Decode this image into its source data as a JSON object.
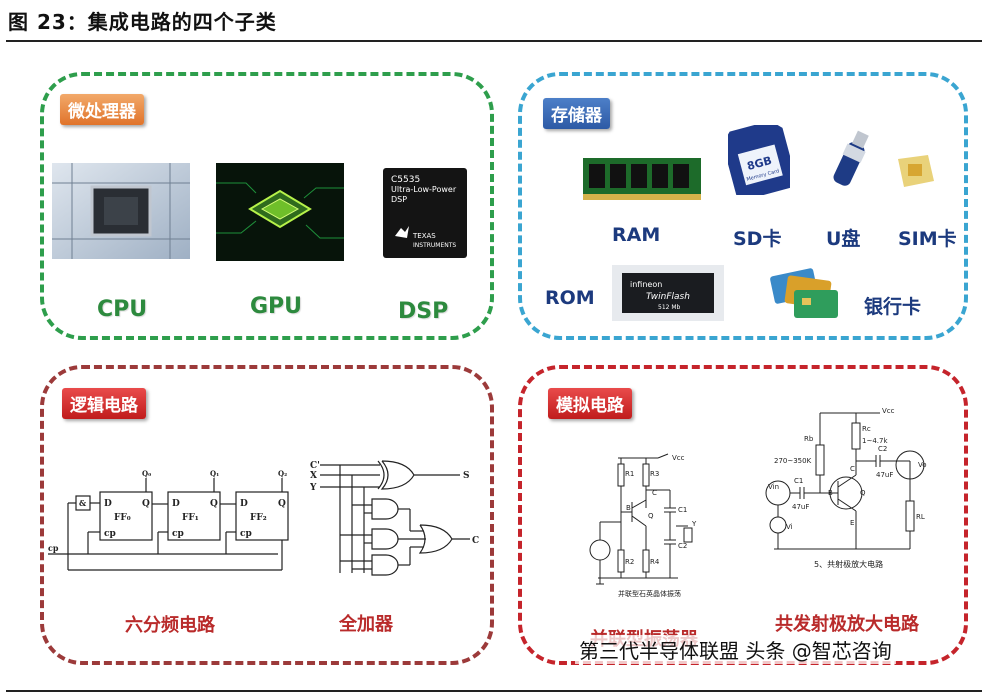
{
  "title": "图 23：集成电路的四个子类",
  "panels": {
    "microprocessor": {
      "tag": "微处理器",
      "labels": [
        "CPU",
        "GPU",
        "DSP"
      ],
      "dsp_chip_text": [
        "C5535",
        "Ultra-Low-Power",
        "DSP"
      ],
      "dsp_brand": [
        "TEXAS",
        "INSTRUMENTS"
      ]
    },
    "memory": {
      "tag": "存储器",
      "labels": [
        "RAM",
        "SD卡",
        "U盘",
        "SIM卡",
        "ROM",
        "银行卡"
      ],
      "sd_text": [
        "8GB",
        "Memory Card"
      ],
      "rom_chip_text": [
        "infineon",
        "TwinFlash",
        "512 Mb"
      ]
    },
    "logic": {
      "tag": "逻辑电路",
      "labels": [
        "六分频电路",
        "全加器"
      ],
      "ff_labels": [
        "FF₀",
        "FF₁",
        "FF₂"
      ],
      "q_labels": [
        "Q₀",
        "Q₁",
        "Q₂"
      ],
      "cp_label": "cp",
      "adder_inputs": [
        "C'",
        "X",
        "Y"
      ],
      "adder_outputs": [
        "S",
        "C"
      ]
    },
    "analog": {
      "tag": "模拟电路",
      "labels": [
        "并联型振荡器",
        "共发射极放大电路"
      ],
      "osc_caption": "并联型石英晶体振荡",
      "amp_caption": "5、共射极放大电路",
      "amp_texts": [
        "Vcc",
        "Rb",
        "270~350K",
        "Rc",
        "1~4.7k",
        "C2",
        "47uF",
        "C1",
        "47uF",
        "Vin",
        "Vo",
        "RL",
        "B",
        "C",
        "E",
        "Q",
        "Vi"
      ],
      "osc_texts": [
        "Vcc",
        "R1",
        "R3",
        "R2",
        "R4",
        "C",
        "C1",
        "C2",
        "B",
        "Q",
        "Y"
      ]
    }
  },
  "watermark": "第三代半导体联盟 头条 @智芯咨询",
  "colors": {
    "green": "#2e9e4c",
    "blue": "#3aa5d1",
    "darkred": "#9c3a3a",
    "red": "#c5242b"
  }
}
